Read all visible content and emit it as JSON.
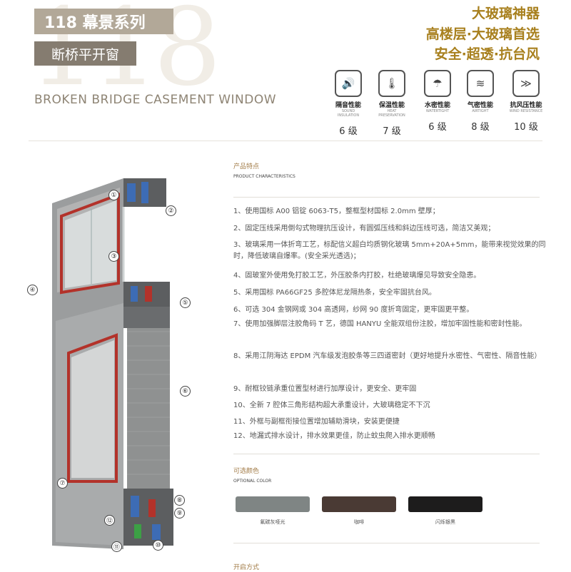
{
  "header": {
    "bg_number": "118",
    "title": "118 幕景系列",
    "subtitle": "断桥平开窗",
    "english_title": "BROKEN BRIDGE CASEMENT WINDOW"
  },
  "slogans": [
    "大玻璃神器",
    "高楼层·大玻璃首选",
    "安全·超透·抗台风"
  ],
  "performance": [
    {
      "icon": "speaker-icon",
      "glyph": "🔊",
      "label": "隔音性能",
      "en": "SOUND INSULATION",
      "level": "6 级"
    },
    {
      "icon": "thermometer-icon",
      "glyph": "🌡",
      "label": "保温性能",
      "en": "HEAT PRESERVATION",
      "level": "7 级"
    },
    {
      "icon": "rain-cloud-icon",
      "glyph": "☂",
      "label": "水密性能",
      "en": "WATERTIGHT",
      "level": "6 级"
    },
    {
      "icon": "air-icon",
      "glyph": "≋",
      "label": "气密性能",
      "en": "AIRTIGHT",
      "level": "8 级"
    },
    {
      "icon": "wind-icon",
      "glyph": "≫",
      "label": "抗风压性能",
      "en": "WIND RESISTANCE",
      "level": "10 级"
    }
  ],
  "features": {
    "title": "产品特点",
    "en": "PRODUCT CHARACTERISTICS",
    "items": [
      "1、使用国标 A00 铝锭 6063-T5，整框型材国标 2.0mm 壁厚；",
      "2、固定压线采用倒勾式物理抗压设计，有圆弧压线和斜边压线可选，简洁又美观；",
      "3、玻璃采用一体折弯工艺，标配信义超白均质钢化玻璃 5mm+20A+5mm，能带来视觉效果的同时，降低玻璃自爆率。(安全采光透选)；",
      "4、固玻室外使用免打胶工艺，外压胶条内打胶，杜绝玻璃爆见导致安全隐患。",
      "5、采用国标 PA66GF25 多腔体尼龙隔热条，安全牢固抗台风。",
      "6、可选 304 金钢网或 304 高透网，纱网 90 度折弯固定，更牢固更平整。",
      "7、使用加强脚层注胶角码 T 艺，德国 HANYU 全能双组份注胶，增加牢固性能和密封性能。",
      "8、采用江阴海达 EPDM 汽车级发泡胶条等三四道密封（更好地提升水密性、气密性、隔音性能）",
      "9、耐框铰链承重位置型材进行加厚设计，更安全、更牢固",
      "10、全新 7 腔体三角形结构超大承重设计，大玻璃稳定不下沉",
      "11、外框与副框衔接位置增加辅助滑块，安装更便捷",
      "12、地漏式排水设计，排水效果更佳，防止蚊虫爬入排水更顺畅"
    ]
  },
  "colors": {
    "title": "可选颜色",
    "en": "OPTIONAL COLOR",
    "items": [
      {
        "name": "氟碳灰哑光",
        "hex": "#7f8584"
      },
      {
        "name": "咖啡",
        "hex": "#4a3a34"
      },
      {
        "name": "闪烁银黑",
        "hex": "#1d1c1c"
      }
    ]
  },
  "opening": {
    "title": "开启方式"
  },
  "callouts": [
    "①",
    "②",
    "③",
    "④",
    "⑤",
    "⑥",
    "⑦",
    "⑧",
    "⑨",
    "⑩",
    "⑪",
    "⑫"
  ]
}
